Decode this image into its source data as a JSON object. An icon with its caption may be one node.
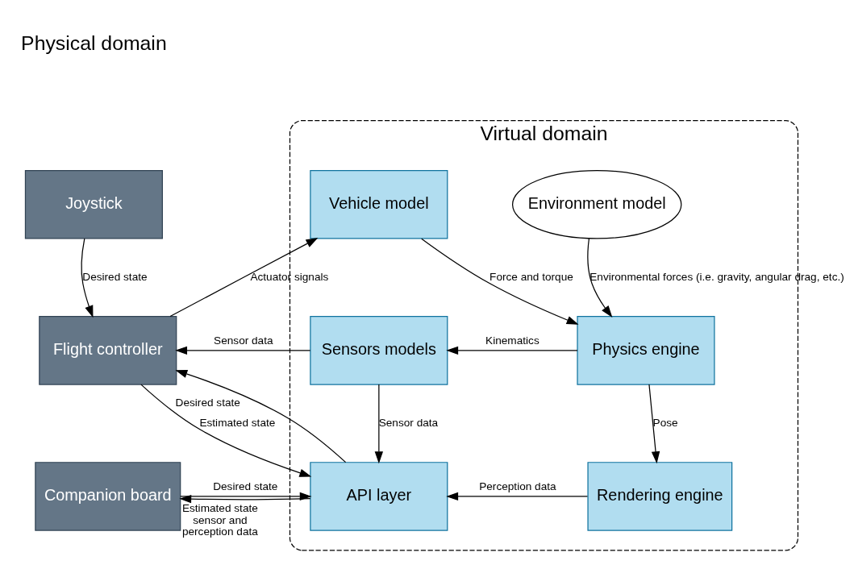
{
  "diagram": {
    "nodes": [
      {
        "text": [
          "Virtual domain"
        ]
      },
      {
        "text": [
          "Joystick"
        ]
      },
      {
        "text": [
          "Flight controller"
        ]
      },
      {
        "text": [
          "Companion board"
        ]
      },
      {
        "text": [
          "Vehicle model"
        ],
        "in": 0
      },
      {
        "text": [
          "Environment model"
        ],
        "in": 0
      },
      {
        "text": [
          "Sensors models"
        ],
        "in": 0
      },
      {
        "text": [
          "Physics engine"
        ],
        "in": 0
      },
      {
        "text": [
          "API layer"
        ],
        "in": 0
      },
      {
        "text": [
          "Rendering engine"
        ],
        "in": 0
      }
    ],
    "edges": [
      {
        "from": 1,
        "to": 2,
        "arrow": "to",
        "label": "Desired state"
      },
      {
        "from": 2,
        "to": 4,
        "arrow": "to",
        "label": "Actuator signals"
      },
      {
        "from": 4,
        "to": 7,
        "arrow": "to",
        "label": "Force and torque"
      },
      {
        "from": 5,
        "to": 7,
        "arrow": "to",
        "label": "Environmental forces (i.e. gravity, angular drag, etc.)"
      },
      {
        "from": 7,
        "to": 6,
        "arrow": "to",
        "label": "Kinematics"
      },
      {
        "from": 6,
        "to": 2,
        "arrow": "to",
        "label": "Sensor data"
      },
      {
        "from": 2,
        "to": 8,
        "arrow": "to",
        "label": "Estimated state"
      },
      {
        "from": 8,
        "to": 2,
        "arrow": "to",
        "label": "Desired state"
      },
      {
        "from": 6,
        "to": 8,
        "arrow": "to",
        "label": "Sensor data"
      },
      {
        "from": 7,
        "to": 9,
        "arrow": "to",
        "label": "Pose"
      },
      {
        "from": 9,
        "to": 8,
        "arrow": "to",
        "label": "Perception data"
      },
      {
        "from": 3,
        "to": 8,
        "arrow": "to",
        "label": "Desired state"
      },
      {
        "from": 8,
        "to": 3,
        "arrow": "to",
        "label": "Estimated state sensor and perception data"
      }
    ],
    "labels": [
      "Physical domain"
    ]
  }
}
